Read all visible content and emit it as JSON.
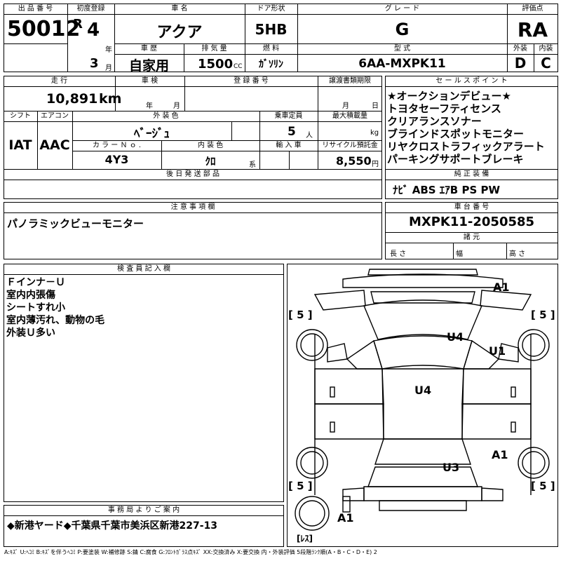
{
  "lot": {
    "label": "出 品 番 号",
    "value": "50012"
  },
  "first_reg": {
    "label": "初度登録",
    "era": "R",
    "year": "4",
    "year_unit": "年",
    "month": "3",
    "month_unit": "月"
  },
  "car_name": {
    "label": "車 名",
    "value": "アクア"
  },
  "door": {
    "label": "ドア形状",
    "value": "5HB"
  },
  "grade": {
    "label": "グ レ ー ド",
    "value": "G"
  },
  "rating": {
    "label": "評価点",
    "value": "RA"
  },
  "history": {
    "label": "車 歴",
    "value": "自家用"
  },
  "displacement": {
    "label": "排 気 量",
    "value": "1500",
    "unit": "CC"
  },
  "fuel": {
    "label": "燃 料",
    "value": "ｶﾞｿﾘﾝ"
  },
  "model": {
    "label": "型 式",
    "value": "6AA-MXPK11"
  },
  "ext_score": {
    "label": "外装",
    "value": "D"
  },
  "int_score": {
    "label": "内装",
    "value": "C"
  },
  "mileage": {
    "label": "走 行",
    "value": "10,891",
    "unit": "km"
  },
  "inspection": {
    "label": "車 検",
    "year_unit": "年",
    "month_unit": "月"
  },
  "reg_no": {
    "label": "登 録 番 号"
  },
  "transfer": {
    "label": "譲渡書類期限",
    "month_unit": "月",
    "day_unit": "日"
  },
  "shift": {
    "label": "シフト",
    "value": "IAT"
  },
  "ac": {
    "label": "エアコン",
    "value": "AAC"
  },
  "ext_color": {
    "label": "外 装 色",
    "value": "ﾍﾞｰｼﾞｭ"
  },
  "capacity": {
    "label": "乗車定員",
    "value": "5",
    "unit": "人"
  },
  "max_load": {
    "label": "最大積載量",
    "unit": "kg"
  },
  "color_no": {
    "label": "カ ラ ー Ｎ ｏ .",
    "value": "4Y3"
  },
  "int_color": {
    "label": "内 装 色",
    "value": "ｸﾛ",
    "unit": "系"
  },
  "import": {
    "label": "輸 入 車"
  },
  "recycle": {
    "label": "リサイクル預託金",
    "value": "8,550",
    "unit": "円"
  },
  "later_parts": {
    "label": "後 日 発 送 部 品"
  },
  "sales_points": {
    "label": "セ ー ル ス ポ イ ン ト",
    "items": [
      "★オークションデビュー★",
      "トヨタセーフティセンス",
      "クリアランスソナー",
      "ブラインドスポットモニター",
      "リヤクロストラフィックアラート",
      "パーキングサポートブレーキ"
    ]
  },
  "equipment": {
    "label": "純 正 装 備",
    "value": "ﾅﾋﾞ ABS ｴｱB PS PW"
  },
  "notes": {
    "label": "注 意 事 項 欄",
    "value": "パノラミックビューモニター"
  },
  "chassis": {
    "label": "車 台 番 号",
    "value": "MXPK11-2050585"
  },
  "specs": {
    "label": "諸 元",
    "length": "長 さ",
    "width": "幅",
    "height": "高 さ"
  },
  "inspector": {
    "label": "検 査 員 記 入 欄",
    "items": [
      "Ｆインナ－Ｕ",
      "室内内張傷",
      "シートすれ小",
      "室内薄汚れ、動物の毛",
      "外装Ｕ多い"
    ]
  },
  "diagram_marks": {
    "a1_top": "A1",
    "u4_hood": "U4",
    "u1": "U1",
    "u4_roof": "U4",
    "a1_right": "A1",
    "u3": "U3",
    "a1_bottom": "A1",
    "tire": "[ 5 ]",
    "spare": "[ﾚｽ]"
  },
  "office": {
    "label": "事 務 局 よ り ご 案 内",
    "value": "◆新港ヤード◆千葉県千葉市美浜区新港227-13"
  },
  "legend": "A:ｷｽﾞ U:ﾍｺﾐ B:ｷｽﾞを伴うﾍｺﾐ P:要塗装 W:補修跡 S:錆 C:腐食 G:ﾌﾛﾝﾄｶﾞﾗｽ点ｷｽﾞ XX:交換済み X:要交換 内・外装評価 5段階ﾗﾝｸ順(A・B・C・D・E) 2"
}
